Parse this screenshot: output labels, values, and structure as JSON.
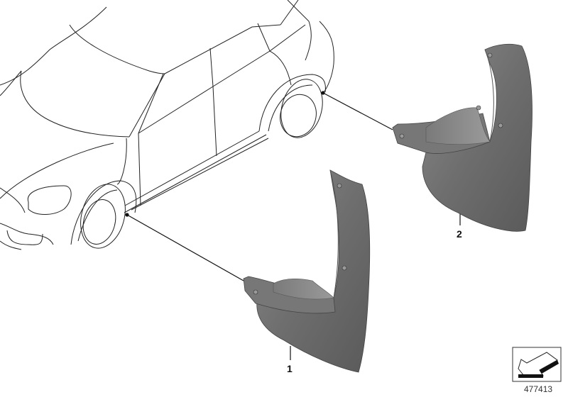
{
  "diagram": {
    "type": "parts-illustration",
    "subject": "mud flaps mounted to vehicle wheel arches",
    "parts": [
      {
        "number": "1",
        "name": "front mud flap",
        "position": "front wheel"
      },
      {
        "number": "2",
        "name": "rear mud flap",
        "position": "rear wheel"
      }
    ],
    "diagram_number": "477413",
    "colors": {
      "line_art": "#222222",
      "part_fill": "#6e6e6e",
      "part_dark": "#555555",
      "part_light": "#8a8a8a",
      "background": "#ffffff"
    }
  }
}
